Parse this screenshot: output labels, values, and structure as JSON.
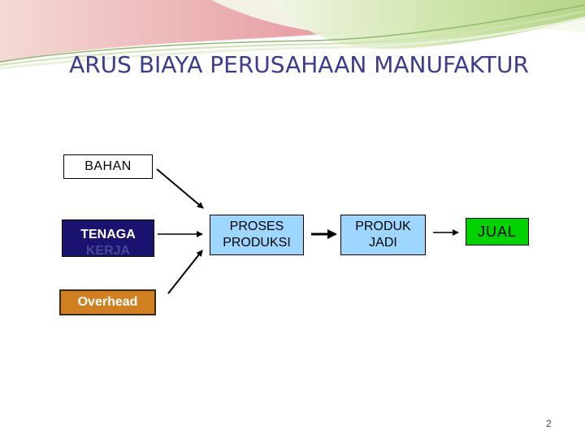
{
  "title": "ARUS BIAYA PERUSAHAAN MANUFAKTUR",
  "nodes": {
    "bahan": "BAHAN",
    "tenaga": "TENAGA",
    "tenaga_hidden": "KERJA",
    "overhead": "Overhead",
    "proses_line1": "PROSES",
    "proses_line2": "PRODUKSI",
    "produk_line1": "PRODUK",
    "produk_line2": "JADI",
    "jual": "JUAL"
  },
  "page_number": "2",
  "colors": {
    "title": "#3b3b8f",
    "tenaga_fill": "#1a1470",
    "overhead_fill": "#d08020",
    "process_fill": "#9dd6ff",
    "jual_fill": "#00d200",
    "header_green": "#b9d98a",
    "header_pink": "#e7a3a6"
  },
  "edges": [
    {
      "from": "bahan",
      "to": "proses"
    },
    {
      "from": "tenaga",
      "to": "proses"
    },
    {
      "from": "overhead",
      "to": "proses"
    },
    {
      "from": "proses",
      "to": "produk"
    },
    {
      "from": "produk",
      "to": "jual"
    }
  ]
}
